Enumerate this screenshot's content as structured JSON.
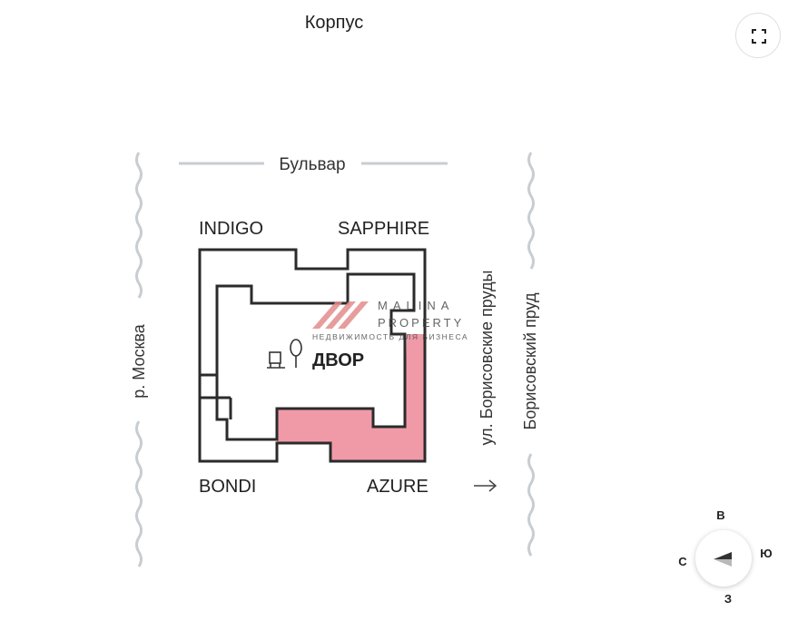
{
  "header": {
    "title": "Корпус"
  },
  "fullscreen_icon": "expand-icon",
  "plan": {
    "roads": {
      "top": "Бульвар",
      "left": "р. Москва",
      "right_inner": "ул. Борисовские пруды",
      "right_outer": "Борисовский пруд"
    },
    "buildings": {
      "top_left": "INDIGO",
      "top_right": "SAPPHIRE",
      "bottom_left": "BONDI",
      "bottom_right": "AZURE"
    },
    "courtyard": "ДВОР",
    "watermark": {
      "line1": "MALINA",
      "line2": "PROPERTY",
      "tagline": "НЕДВИЖИМОСТЬ ДЛЯ БИЗНЕСА"
    },
    "highlight_color": "#f09aa8",
    "highlighted_building": "AZURE"
  },
  "compass": {
    "top": "В",
    "left": "С",
    "right": "Ю",
    "bottom": "З"
  }
}
